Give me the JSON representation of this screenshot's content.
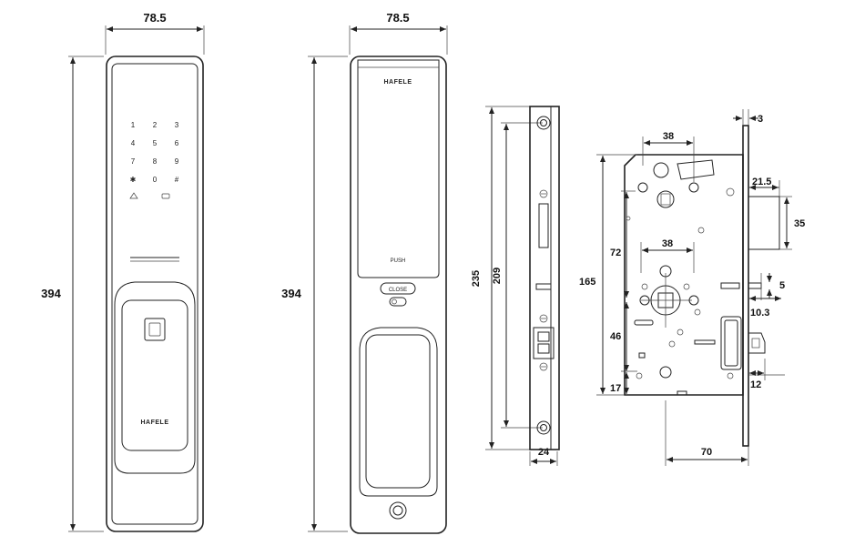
{
  "front_view": {
    "width_label": "78.5",
    "height_label": "394",
    "keypad": [
      "1",
      "2",
      "3",
      "4",
      "5",
      "6",
      "7",
      "8",
      "9",
      "✱",
      "0",
      "#"
    ],
    "brand": "HAFELE"
  },
  "back_view": {
    "width_label": "78.5",
    "height_label": "394",
    "brand": "HAFELE",
    "push_label": "PUSH",
    "close_label": "CLOSE"
  },
  "faceplate": {
    "height_outer_label": "235",
    "height_inner_label": "209",
    "width_label": "24"
  },
  "mortise": {
    "labels": [
      "3",
      "38",
      "21.5",
      "35",
      "72",
      "38",
      "165",
      "5",
      "10.3",
      "46",
      "17",
      "12",
      "70"
    ]
  }
}
